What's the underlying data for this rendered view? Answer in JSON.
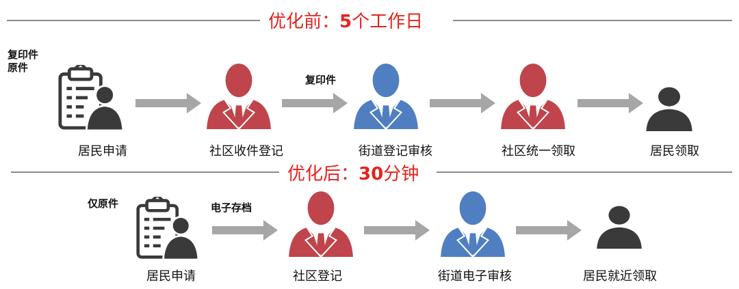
{
  "before": {
    "heading": "优化前：",
    "heading_num": "5",
    "heading_unit": "个工作日",
    "note_left": [
      "复印件",
      "原件"
    ],
    "arrow_note": "复印件",
    "steps": [
      "居民申请",
      "社区收件登记",
      "街道登记审核",
      "社区统一领取",
      "居民领取"
    ]
  },
  "after": {
    "heading": "优化后：",
    "heading_num": "30",
    "heading_unit": "分钟",
    "note_left": "仅原件",
    "arrow_note": "电子存档",
    "steps": [
      "居民申请",
      "社区登记",
      "街道电子审核",
      "居民就近领取"
    ]
  },
  "colors": {
    "title_red": "#e6231d",
    "person_red": "#c0444b",
    "person_blue": "#4f7fc1",
    "person_dark": "#3a3a3a",
    "arrow_gray": "#a6a6a6",
    "line_gray": "#8a8a8a"
  },
  "icons": [
    "clipboard-person-icon",
    "red-official-icon",
    "blue-official-icon",
    "resident-icon",
    "arrow-right-icon"
  ]
}
